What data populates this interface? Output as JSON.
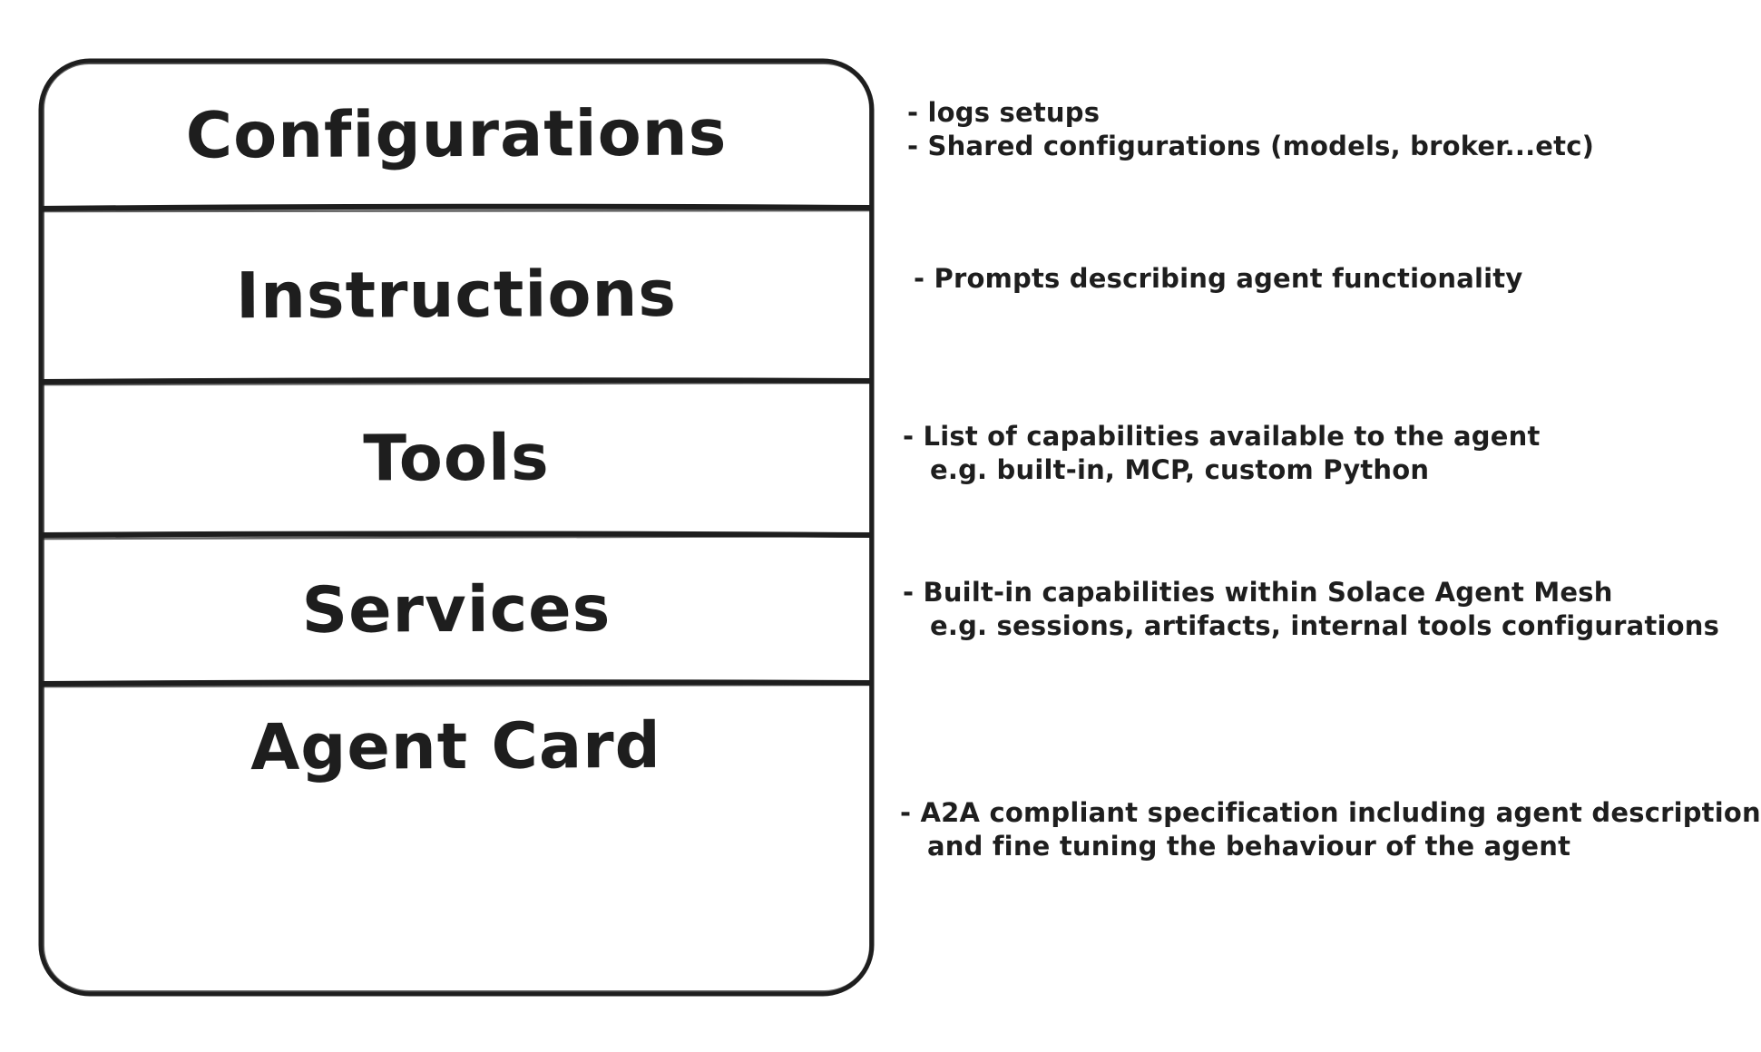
{
  "diagram": {
    "sections": [
      {
        "label": "Configurations"
      },
      {
        "label": "Instructions"
      },
      {
        "label": "Tools"
      },
      {
        "label": "Services"
      },
      {
        "label": "Agent Card"
      }
    ],
    "annotations": [
      {
        "lines": [
          "- logs setups",
          "- Shared configurations (models, broker...etc)"
        ]
      },
      {
        "lines": [
          "- Prompts describing agent functionality"
        ]
      },
      {
        "lines": [
          "- List of capabilities available to the agent",
          "e.g. built-in, MCP, custom Python"
        ]
      },
      {
        "lines": [
          "- Built-in capabilities within Solace Agent Mesh",
          "e.g. sessions, artifacts, internal tools configurations"
        ]
      },
      {
        "lines": [
          "- A2A compliant specification including agent description",
          "and fine tuning the behaviour of the agent"
        ]
      }
    ],
    "colors": {
      "stroke": "#1e1e1e",
      "background": "#ffffff"
    }
  }
}
